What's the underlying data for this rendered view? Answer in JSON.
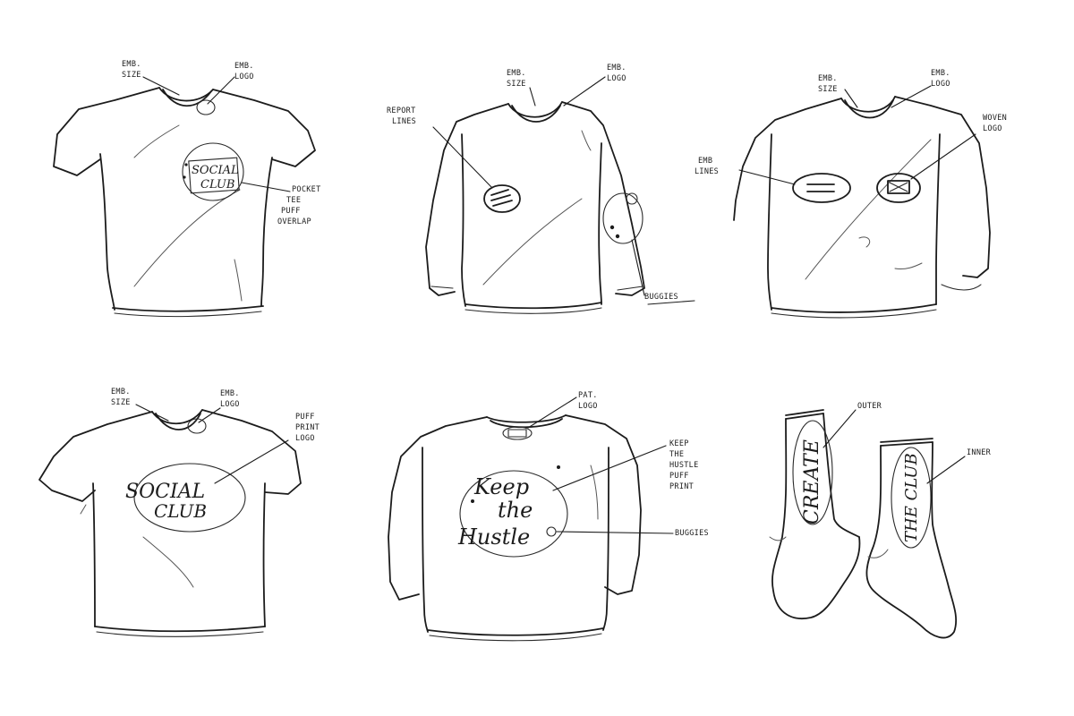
{
  "sketches": {
    "tee1": {
      "callouts": {
        "emb_size": [
          "EMB.",
          "SIZE"
        ],
        "emb_logo": [
          "EMB.",
          "LOGO"
        ],
        "pocket": [
          "POCKET",
          "TEE",
          "PUFF",
          "OVERLAP"
        ]
      },
      "print": [
        "SOCIAL",
        "CLUB"
      ]
    },
    "longsleeve1": {
      "callouts": {
        "emb_size": [
          "EMB.",
          "SIZE"
        ],
        "emb_logo": [
          "EMB.",
          "LOGO"
        ],
        "report_lines": [
          "REPORT",
          "LINES"
        ],
        "buggies": [
          "BUGGIES"
        ]
      }
    },
    "crew1": {
      "callouts": {
        "emb_size": [
          "EMB.",
          "SIZE"
        ],
        "emb_logo": [
          "EMB.",
          "LOGO"
        ],
        "emb_lines": [
          "EMB",
          "LINES"
        ],
        "woven_logo": [
          "WOVEN",
          "LOGO"
        ]
      }
    },
    "tee2": {
      "callouts": {
        "emb_size": [
          "EMB.",
          "SIZE"
        ],
        "emb_logo": [
          "EMB.",
          "LOGO"
        ],
        "puff_print": [
          "PUFF",
          "PRINT",
          "LOGO"
        ]
      },
      "print": [
        "SOCIAL",
        "CLUB"
      ]
    },
    "crew2": {
      "callouts": {
        "pat_logo": [
          "PAT.",
          "LOGO"
        ],
        "keep": [
          "KEEP",
          "THE",
          "HUSTLE",
          "PUFF",
          "PRINT"
        ],
        "buggies": [
          "BUGGIES"
        ]
      },
      "print": [
        "Keep",
        "the",
        "Hustle"
      ]
    },
    "socks": {
      "callouts": {
        "outer": [
          "OUTER"
        ],
        "inner": [
          "INNER"
        ]
      },
      "print_left": "CREATE",
      "print_right": "THE CLUB"
    }
  }
}
